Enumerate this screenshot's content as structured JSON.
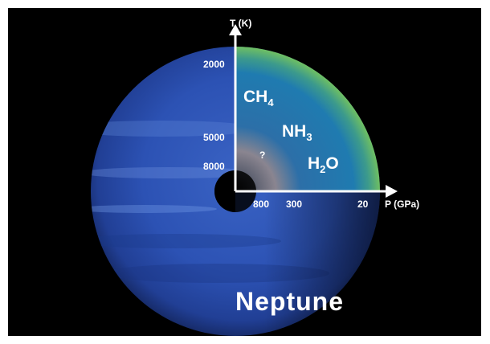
{
  "planet": {
    "name": "Neptune"
  },
  "axes": {
    "y_label": "T (K)",
    "x_label": "P (GPa)",
    "y_ticks": [
      "2000",
      "5000",
      "8000"
    ],
    "x_ticks": [
      "800",
      "300",
      "20"
    ]
  },
  "layers": [
    {
      "base": "CH",
      "sub": "4"
    },
    {
      "base": "NH",
      "sub": "3"
    },
    {
      "base": "H",
      "sub": "2",
      "tail": "O"
    }
  ],
  "core_label": "?",
  "colors": {
    "background": "#000000",
    "planet_blue": "#2f56b8",
    "outer_band": "#5fae6f",
    "core": "#050505",
    "axis": "#ffffff"
  }
}
